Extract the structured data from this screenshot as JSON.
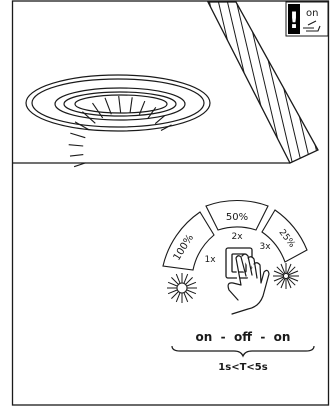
{
  "notice_badge": {
    "mark": "!",
    "label": "on",
    "icon": "switch-icon"
  },
  "dimming_arc": {
    "levels": [
      {
        "percent_label": "100%",
        "press_label": "1x"
      },
      {
        "percent_label": "50%",
        "press_label": "2x"
      },
      {
        "percent_label": "25%",
        "press_label": "3x"
      }
    ]
  },
  "switch_sequence": {
    "steps_label": "on  -  off  -  on",
    "timing_label": "1s<T<5s"
  },
  "colors": {
    "line": "#1a1a1a",
    "light_gray": "#cfcfcf",
    "accent": "#000000"
  }
}
